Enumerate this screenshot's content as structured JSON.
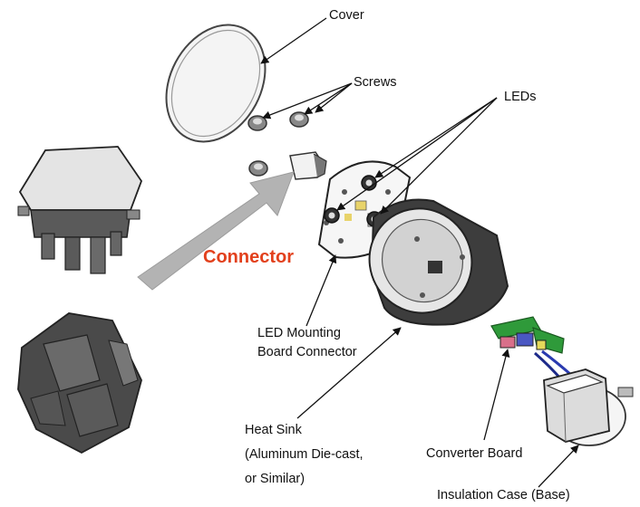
{
  "labels": {
    "cover": "Cover",
    "screws": "Screws",
    "leds": "LEDs",
    "connector": "Connector",
    "led_board_line1": "LED Mounting",
    "led_board_line2": "Board Connector",
    "heat_sink_line1": "Heat Sink",
    "heat_sink_line2": "(Aluminum Die-cast,",
    "heat_sink_line3": "or Similar)",
    "converter_board": "Converter Board",
    "insulation_case": "Insulation Case (Base)"
  },
  "colors": {
    "line": "#111111",
    "part_light": "#e8e8e8",
    "part_mid": "#bdbdbd",
    "part_dark": "#4a4a4a",
    "heat_sink": "#3f3f3f",
    "big_arrow": "#b3b3b3",
    "connector_text": "#e2401c",
    "pcb_green": "#2f9a3a"
  }
}
